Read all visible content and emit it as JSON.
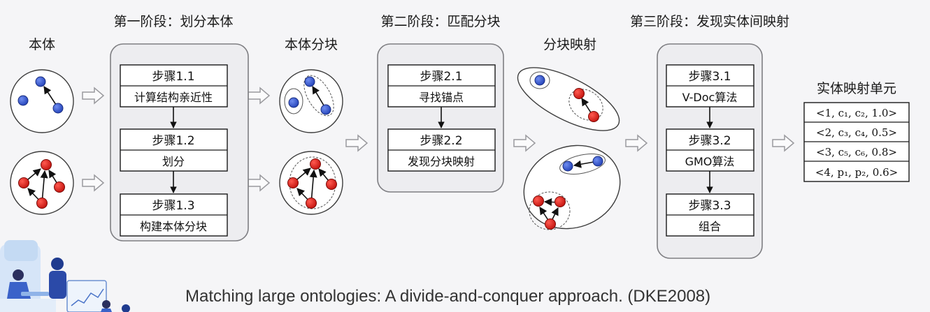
{
  "labels": {
    "ontology": "本体",
    "blocks": "本体分块",
    "block_mappings": "分块映射",
    "units": "实体映射单元"
  },
  "stages": [
    {
      "title": "第一阶段：划分本体",
      "steps": [
        {
          "name": "步骤1.1",
          "desc": "计算结构亲近性"
        },
        {
          "name": "步骤1.2",
          "desc": "划分"
        },
        {
          "name": "步骤1.3",
          "desc": "构建本体分块"
        }
      ]
    },
    {
      "title": "第二阶段：匹配分块",
      "steps": [
        {
          "name": "步骤2.1",
          "desc": "寻找锚点"
        },
        {
          "name": "步骤2.2",
          "desc": "发现分块映射"
        }
      ]
    },
    {
      "title": "第三阶段：发现实体间映射",
      "steps": [
        {
          "name": "步骤3.1",
          "desc": "V-Doc算法"
        },
        {
          "name": "步骤3.2",
          "desc": "GMO算法"
        },
        {
          "name": "步骤3.3",
          "desc": "组合"
        }
      ]
    }
  ],
  "mapping_units": [
    "<1, c₁, c₂, 1.0>",
    "<2, c₃, c₄, 0.5>",
    "<3, c₅, c₆, 0.8>",
    "<4, p₁, p₂, 0.6>"
  ],
  "caption": "Matching large ontologies: A divide-and-conquer approach. (DKE2008)",
  "colors": {
    "blue_node": "#3456d4",
    "red_node": "#e0221c",
    "frame": "#7e7e82"
  }
}
